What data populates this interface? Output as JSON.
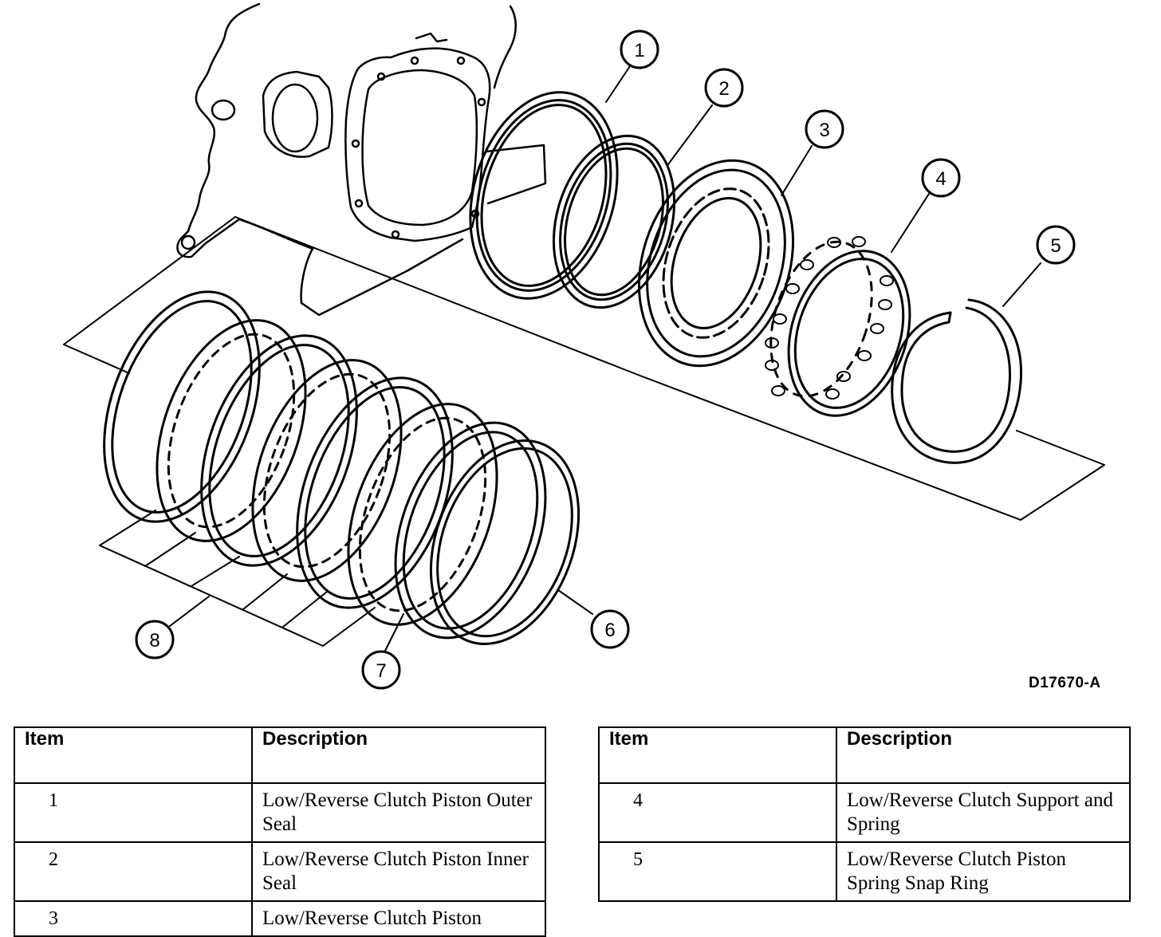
{
  "figure": {
    "id_label": "D17670-A",
    "callouts": [
      "1",
      "2",
      "3",
      "4",
      "5",
      "6",
      "7",
      "8"
    ]
  },
  "tables": [
    {
      "header": {
        "item": "Item",
        "description": "Description"
      },
      "rows": [
        {
          "item": "1",
          "description": "Low/Reverse Clutch Piston Outer Seal"
        },
        {
          "item": "2",
          "description": "Low/Reverse Clutch Piston Inner Seal"
        },
        {
          "item": "3",
          "description": "Low/Reverse Clutch Piston"
        }
      ]
    },
    {
      "header": {
        "item": "Item",
        "description": "Description"
      },
      "rows": [
        {
          "item": "4",
          "description": "Low/Reverse Clutch Support and Spring"
        },
        {
          "item": "5",
          "description": "Low/Reverse Clutch Piston Spring Snap Ring"
        }
      ]
    }
  ]
}
